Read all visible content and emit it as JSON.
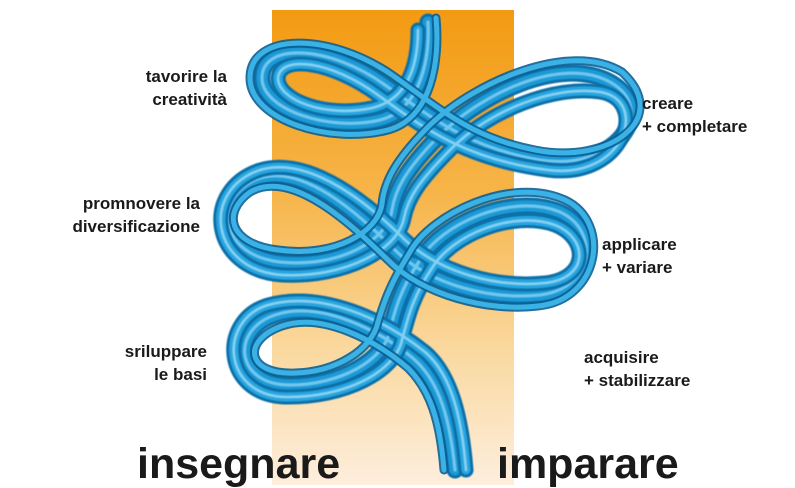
{
  "diagram": {
    "left_labels": [
      {
        "lines": [
          "tavorire la",
          "creatività"
        ]
      },
      {
        "lines": [
          "promnovere la",
          "diversificazione"
        ]
      },
      {
        "lines": [
          "sriluppare",
          "le basi"
        ]
      }
    ],
    "right_labels": [
      {
        "lines": [
          "creare",
          "+ completare"
        ]
      },
      {
        "lines": [
          "applicare",
          "+ variare"
        ]
      },
      {
        "lines": [
          "acquisire",
          "+ stabilizzare"
        ]
      }
    ],
    "footer": {
      "left": "insegnare",
      "right": "imparare"
    }
  },
  "colors": {
    "band_top": "#f39a12",
    "band_bottom": "#fdeedd",
    "rope_dark": "#0d6fa8",
    "rope_mid": "#1e9ad6",
    "rope_light": "#7fd0f3",
    "text": "#1a1a1a"
  }
}
